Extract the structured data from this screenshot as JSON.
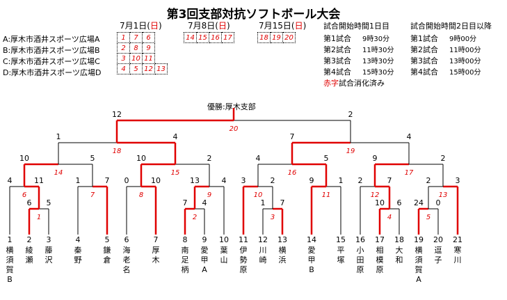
{
  "title": "第3回支部対抗ソフトボール大会",
  "venues": [
    "A:厚木市酒井スポーツ広場A",
    "B:厚木市酒井スポーツ広場B",
    "C:厚木市酒井スポーツ広場C",
    "D:厚木市酒井スポーツ広場D"
  ],
  "dates": [
    {
      "label_pre": "7月1日(",
      "day": "日",
      "label_post": ")"
    },
    {
      "label_pre": "7月8日(",
      "day": "日",
      "label_post": ")"
    },
    {
      "label_pre": "7月15日(",
      "day": "日",
      "label_post": ")"
    }
  ],
  "schedule_day1": [
    [
      "1",
      "7",
      "6"
    ],
    [
      "2",
      "8",
      "9"
    ],
    [
      "3",
      "10",
      "11"
    ],
    [
      "4",
      "5",
      "12",
      "13"
    ]
  ],
  "schedule_day2": [
    "14",
    "15",
    "16",
    "17"
  ],
  "schedule_day3": [
    "18",
    "19",
    "20"
  ],
  "times_day1": {
    "heading": "試合開始時間1日目",
    "rows": [
      [
        "第1試合",
        "9時30分"
      ],
      [
        "第2試合",
        "11時30分"
      ],
      [
        "第3試合",
        "13時30分"
      ],
      [
        "第4試合",
        "15時30分"
      ]
    ]
  },
  "times_day2": {
    "heading": "試合開始時間2日目以降",
    "rows": [
      [
        "第1試合",
        "9時00分"
      ],
      [
        "第2試合",
        "11時00分"
      ],
      [
        "第3試合",
        "13時00分"
      ],
      [
        "第4試合",
        "15時00分"
      ]
    ]
  },
  "legend": {
    "red": "赤字",
    "rest": "試合消化済み"
  },
  "winner": "優勝:厚木支部",
  "colors": {
    "win": "#e00000",
    "line": "#000000"
  },
  "teams": [
    {
      "num": "1",
      "name": "横須賀B"
    },
    {
      "num": "2",
      "name": "綾瀬"
    },
    {
      "num": "3",
      "name": "藤沢"
    },
    {
      "num": "4",
      "name": "秦野"
    },
    {
      "num": "5",
      "name": "鎌倉"
    },
    {
      "num": "6",
      "name": "海老名"
    },
    {
      "num": "7",
      "name": "厚木"
    },
    {
      "num": "8",
      "name": "南足柄"
    },
    {
      "num": "9",
      "name": "愛甲A"
    },
    {
      "num": "10",
      "name": "葉山"
    },
    {
      "num": "11",
      "name": "伊勢原"
    },
    {
      "num": "12",
      "name": "川崎"
    },
    {
      "num": "13",
      "name": "横浜"
    },
    {
      "num": "14",
      "name": "愛甲B"
    },
    {
      "num": "15",
      "name": "平塚"
    },
    {
      "num": "16",
      "name": "小田原"
    },
    {
      "num": "17",
      "name": "相模原"
    },
    {
      "num": "18",
      "name": "大和"
    },
    {
      "num": "19",
      "name": "横須賀A"
    },
    {
      "num": "20",
      "name": "逗子"
    },
    {
      "num": "21",
      "name": "寒川"
    }
  ],
  "matches": {
    "g1": {
      "num": "1",
      "l": "6",
      "r": "5"
    },
    "g2": {
      "num": "2",
      "l": "7",
      "r": "4"
    },
    "g3": {
      "num": "3",
      "l": "1",
      "r": "7"
    },
    "g4": {
      "num": "4",
      "l": "10",
      "r": "6"
    },
    "g5": {
      "num": "5",
      "l": "24",
      "r": "0"
    },
    "g6": {
      "num": "6",
      "l": "4",
      "r": "11"
    },
    "g7": {
      "num": "7",
      "l": "1",
      "r": "7"
    },
    "g8": {
      "num": "8",
      "l": "0",
      "r": "10"
    },
    "g9": {
      "num": "9",
      "l": "13",
      "r": "4"
    },
    "g10": {
      "num": "10",
      "l": "3",
      "r": "2"
    },
    "g11": {
      "num": "11",
      "l": "9",
      "r": "1"
    },
    "g12": {
      "num": "12",
      "l": "2",
      "r": "7"
    },
    "g13": {
      "num": "13",
      "l": "2",
      "r": "3"
    },
    "g14": {
      "num": "14",
      "l": "10",
      "r": "5"
    },
    "g15": {
      "num": "15",
      "l": "10",
      "r": "2"
    },
    "g16": {
      "num": "16",
      "l": "4",
      "r": "5"
    },
    "g17": {
      "num": "17",
      "l": "9",
      "r": "2"
    },
    "g18": {
      "num": "18",
      "l": "1",
      "r": "4"
    },
    "g19": {
      "num": "19",
      "l": "7",
      "r": "4"
    },
    "g20": {
      "num": "20",
      "l": "12",
      "r": "2"
    }
  }
}
